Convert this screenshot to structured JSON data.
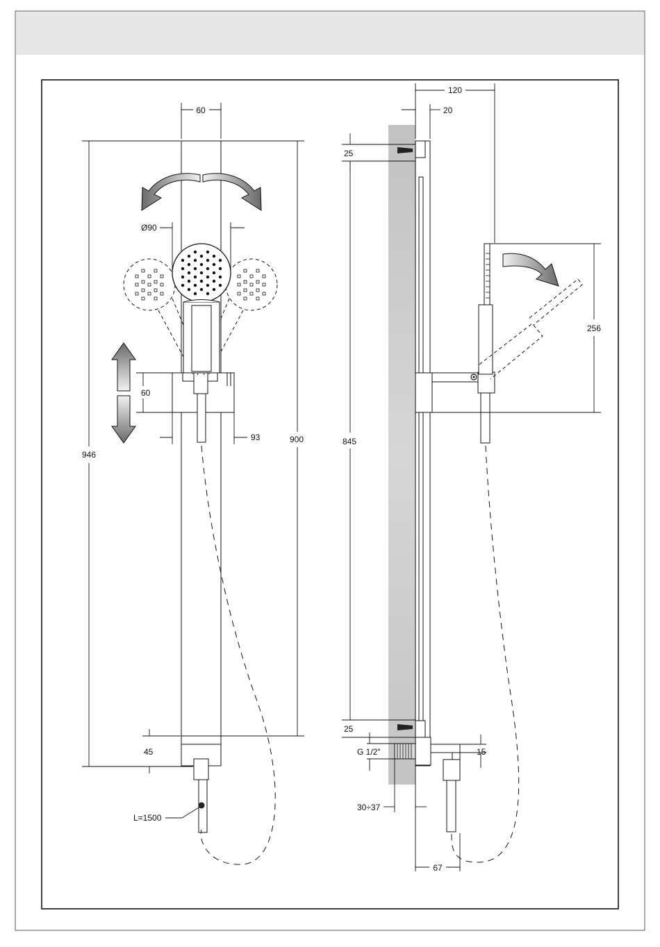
{
  "colors": {
    "header_band": "#e7e7e7",
    "wall": "#c9c9c9",
    "ink": "#111111"
  },
  "front_view": {
    "dims": {
      "bar_width": "60",
      "head_diameter": "Ø90",
      "slider_height": "60",
      "slider_projection": "93",
      "total_height": "946",
      "bar_length": "900",
      "bottom_gap": "45",
      "hose_length": "L=1500"
    }
  },
  "side_view": {
    "dims": {
      "total_depth": "120",
      "bar_depth": "20",
      "top_bracket": "25",
      "bracket_spacing": "845",
      "bottom_bracket": "25",
      "thread": "G 1/2\"",
      "outlet_height": "15",
      "adjust_range": "30÷37",
      "outlet_depth": "67",
      "head_length": "256"
    }
  }
}
